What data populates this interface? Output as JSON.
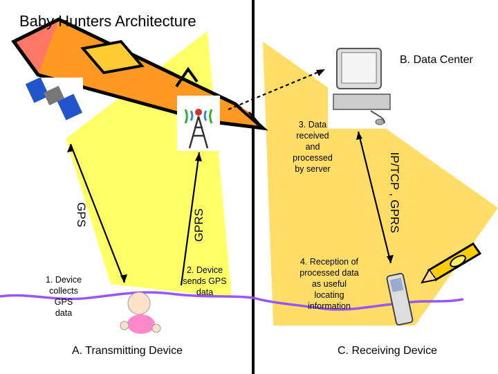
{
  "title": "Baby Hunters Architecture",
  "labels": {
    "data_center": "B. Data Center",
    "step3": [
      "3. Data",
      "received",
      "and",
      "processed",
      "by server"
    ],
    "step1": [
      "1. Device",
      "collects",
      "GPS",
      "data"
    ],
    "step2": [
      "2. Device",
      "sends GPS",
      "data"
    ],
    "step4": [
      "4. Reception of",
      "processed data",
      "as useful",
      "locating",
      "information"
    ],
    "transmitting": "A. Transmitting Device",
    "receiving": "C. Receiving Device",
    "gps": "GPS",
    "gprs": "GPRS",
    "ip_tcp_gprs": "IP/TCP , GPRS"
  },
  "icons": [
    "satellite-icon",
    "antenna-icon",
    "computer-icon",
    "baby-icon",
    "cellphone-icon",
    "pencil-icon"
  ],
  "colors": {
    "background_left": "#ffff66",
    "background_right": "#ffdd66",
    "divider": "#000000",
    "wave": "#9955ff",
    "pencil_body": "#ff9922",
    "pencil_outline": "#000000"
  }
}
